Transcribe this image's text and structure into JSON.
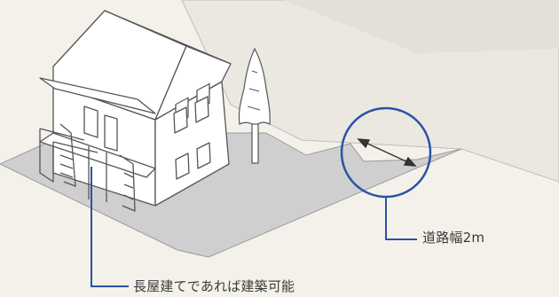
{
  "annotations": {
    "road_width": "道路幅2m",
    "rowhouse_note": "長屋建てであれば建築可能"
  },
  "colors": {
    "background": "#f4f1ea",
    "ground": "#cfcfcf",
    "road": "#e8e5dd",
    "building_line": "#555555",
    "leader_line": "#2a52a6",
    "label_text": "#3a3a3a"
  },
  "icons": {
    "house": "house-illustration",
    "tree": "tree-illustration",
    "arrow": "double-headed-arrow-icon"
  }
}
